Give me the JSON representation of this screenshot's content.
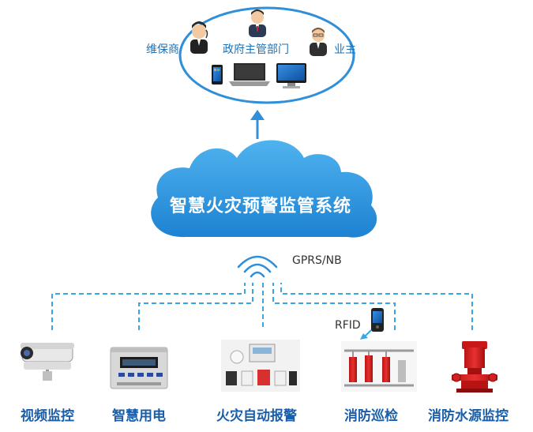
{
  "stakeholders": {
    "maintainer": "维保商",
    "government": "政府主管部门",
    "owner": "业主"
  },
  "cloud": {
    "title": "智慧火灾预警监管系统"
  },
  "network": {
    "label": "GPRS/NB"
  },
  "rfid": {
    "label": "RFID"
  },
  "subsystems": [
    {
      "label": "视频监控"
    },
    {
      "label": "智慧用电"
    },
    {
      "label": "火灾自动报警"
    },
    {
      "label": "消防巡检"
    },
    {
      "label": "消防水源监控"
    }
  ],
  "colors": {
    "ring": "#2f8fd8",
    "cloud": "#2a95e0",
    "dashed": "#39a7e3",
    "label": "#1a5ea8"
  }
}
